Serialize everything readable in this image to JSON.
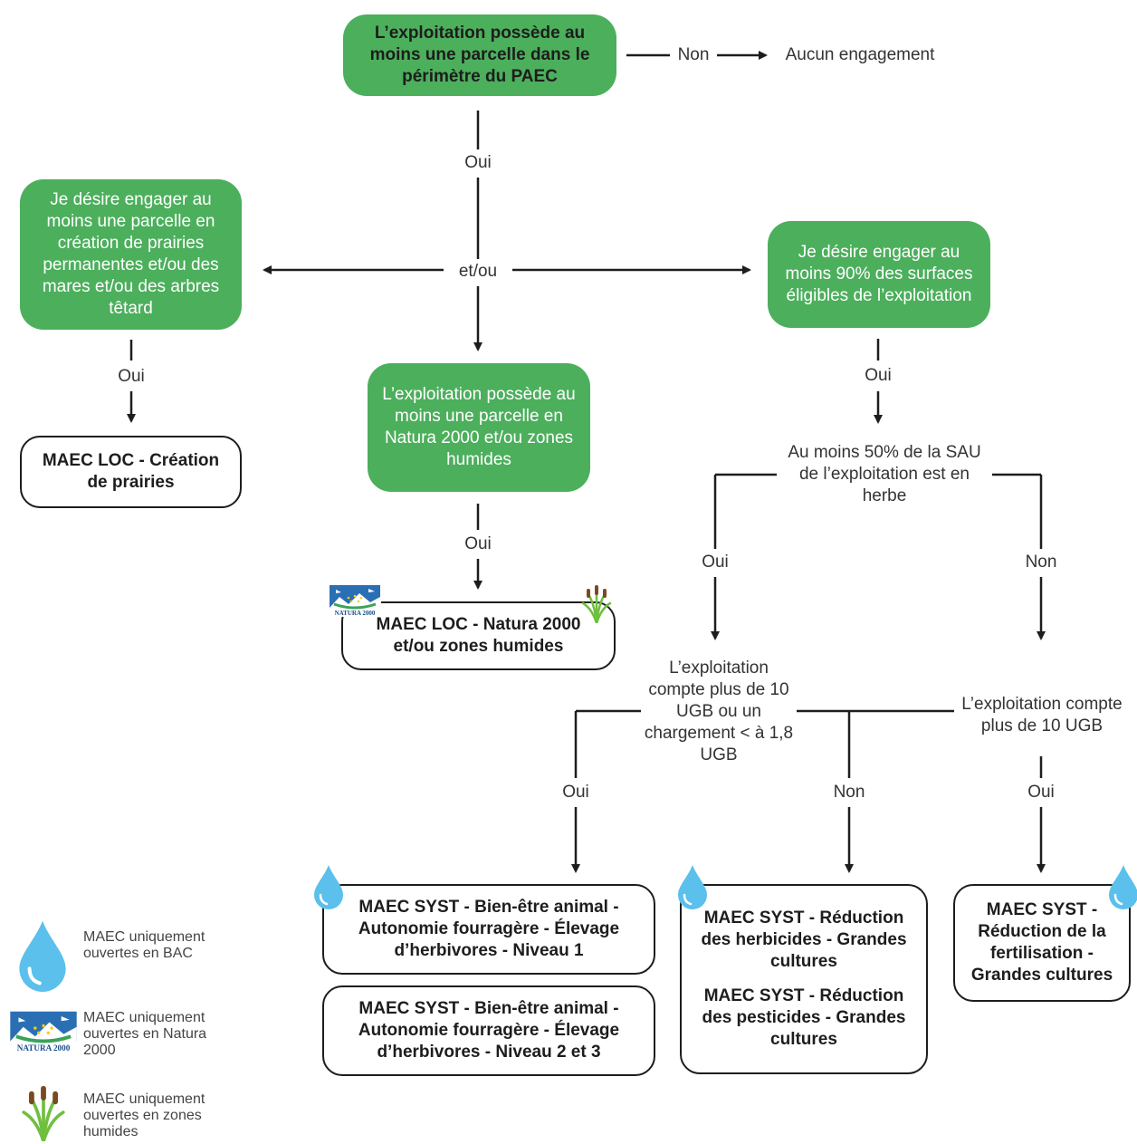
{
  "nodes": {
    "start": "L’exploitation possède au moins une parcelle dans le périmètre du PAEC",
    "aucun": "Aucun engagement",
    "prairies_q": "Je désire engager au moins une parcelle en création de prairies permanentes et/ou des mares et/ou des arbres têtard",
    "surfaces_q": "Je désire engager au moins 90% des surfaces éligibles de l’exploitation",
    "natura_q": "L’exploitation possède au moins une parcelle en Natura 2000 et/ou zones humides",
    "loc_prairies": "MAEC LOC - Création de prairies",
    "loc_natura": "MAEC LOC - Natura 2000 et/ou zones humides",
    "sau_q": "Au moins 50% de la SAU de l’exploitation est en herbe",
    "ugb_q1": "L’exploitation compte plus de 10 UGB ou un chargement < à 1,8 UGB",
    "ugb_q2": "L’exploitation compte plus de 10 UGB",
    "syst_n1": "MAEC SYST - Bien-être animal - Autonomie fourragère - Élevage d’herbivores - Niveau 1",
    "syst_n23": "MAEC SYST - Bien-être animal - Autonomie fourragère - Élevage d’herbivores - Niveau 2 et 3",
    "syst_herb": "MAEC SYST - Réduction des herbicides - Grandes cultures",
    "syst_pest": "MAEC SYST - Réduction des pesticides - Grandes cultures",
    "syst_fert": "MAEC SYST - Réduction de la fertilisation - Grandes cultures"
  },
  "labels": {
    "non_top": "Non",
    "oui_1": "Oui",
    "etou": "et/ou",
    "oui_prairies": "Oui",
    "oui_surfaces": "Oui",
    "oui_natura": "Oui",
    "oui_sau": "Oui",
    "non_sau": "Non",
    "oui_ugb1": "Oui",
    "non_ugb1": "Non",
    "oui_ugb2": "Oui"
  },
  "legend": [
    {
      "icon": "water-drop-icon",
      "text": "MAEC uniquement ouvertes en BAC"
    },
    {
      "icon": "natura-2000-icon",
      "text": "MAEC uniquement ouvertes en Natura 2000"
    },
    {
      "icon": "reeds-icon",
      "text": "MAEC uniquement ouvertes en zones humides"
    }
  ],
  "natura_logo_text": "NATURA 2000",
  "colors": {
    "green": "#4caf5c",
    "drop": "#5bc0eb",
    "line": "#1d1d1d"
  }
}
